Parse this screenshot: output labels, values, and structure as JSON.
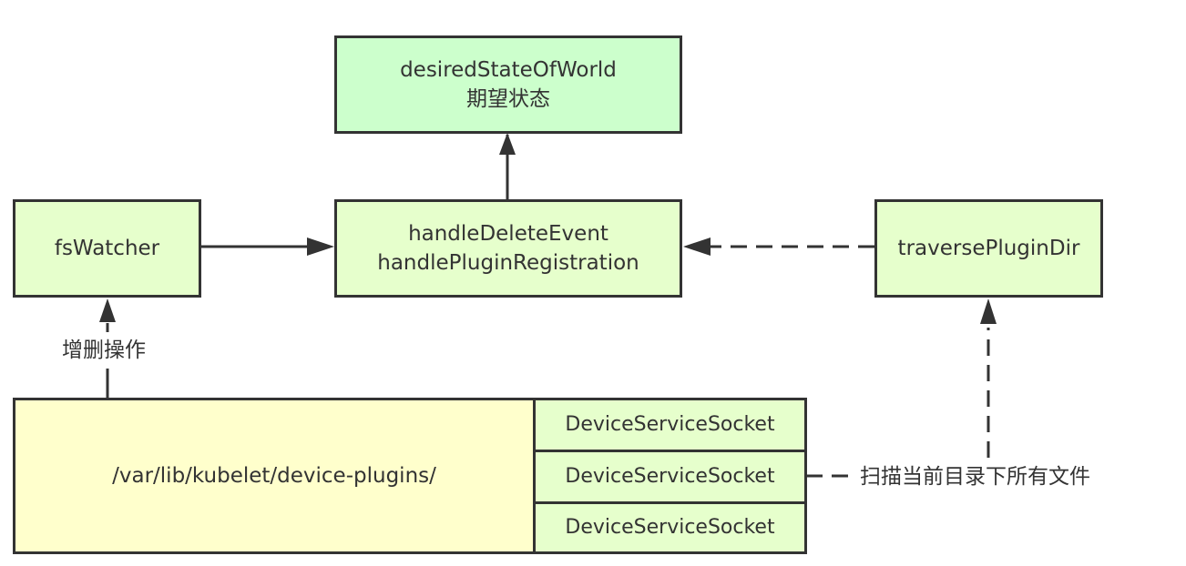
{
  "nodes": {
    "desired_state": {
      "line1": "desiredStateOfWorld",
      "line2": "期望状态"
    },
    "fs_watcher": {
      "label": "fsWatcher"
    },
    "handlers": {
      "line1": "handleDeleteEvent",
      "line2": "handlePluginRegistration"
    },
    "traverse": {
      "label": "traversePluginDir"
    },
    "plugin_dir": {
      "label": "/var/lib/kubelet/device-plugins/"
    },
    "sockets": [
      {
        "label": "DeviceServiceSocket"
      },
      {
        "label": "DeviceServiceSocket"
      },
      {
        "label": "DeviceServiceSocket"
      }
    ]
  },
  "edge_labels": {
    "add_delete": "增删操作",
    "scan": "扫描当前目录下所有文件"
  },
  "colors": {
    "stroke": "#333333",
    "top_box": "#ccffcc",
    "green_box": "#e6ffcc",
    "dir_box": "#ffffcc"
  }
}
